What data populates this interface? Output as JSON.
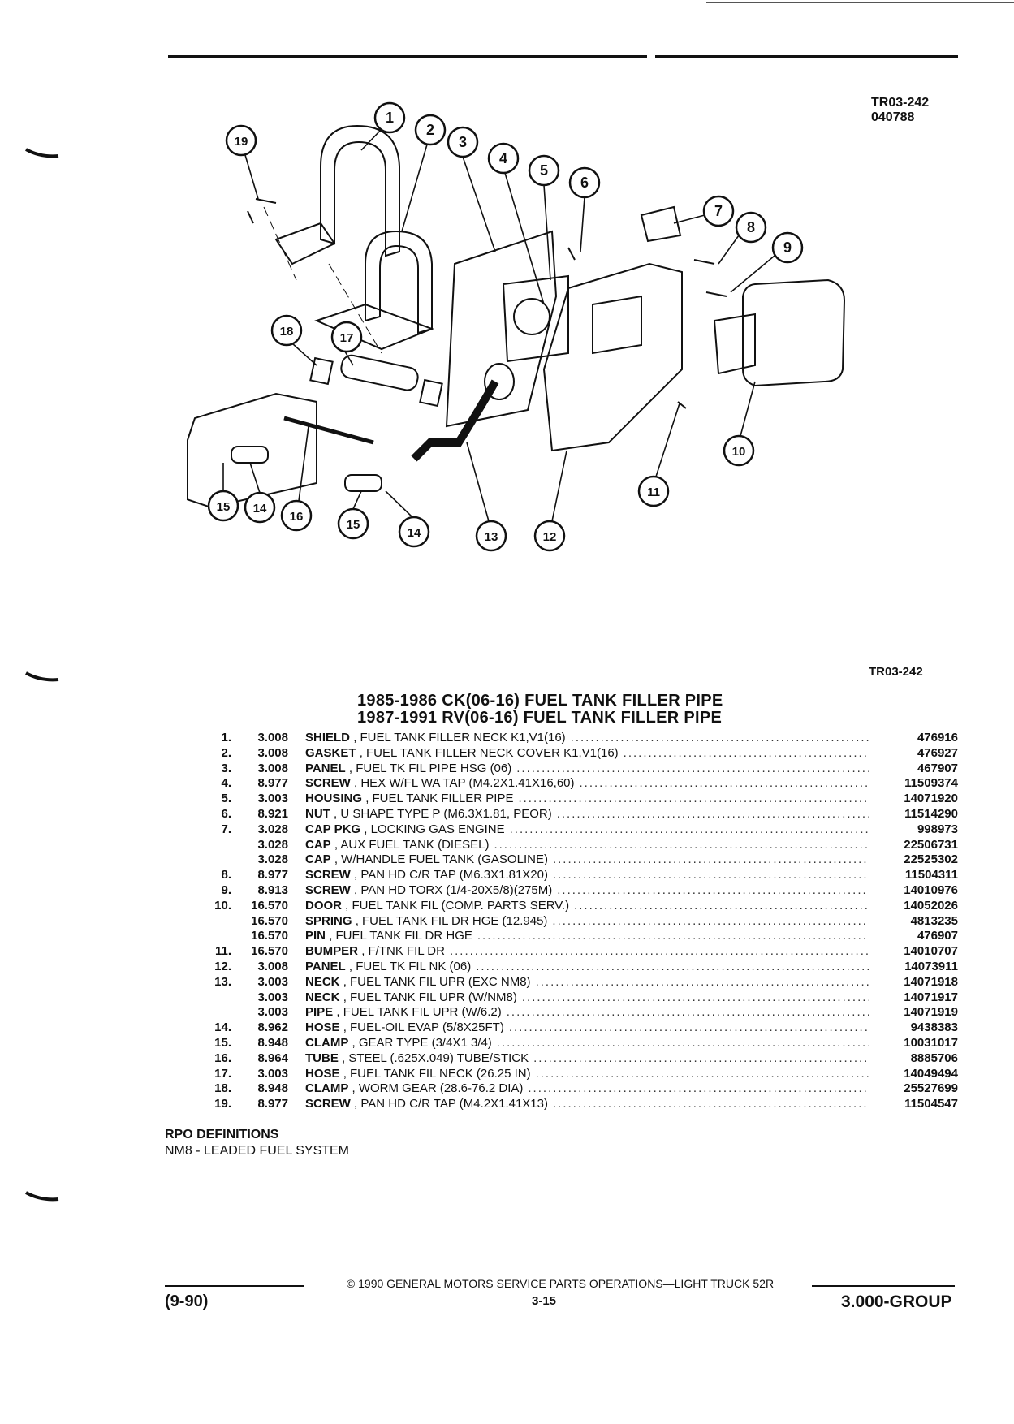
{
  "header": {
    "code": "TR03-242",
    "date": "040788"
  },
  "diagram": {
    "code": "TR03-242",
    "callouts": [
      "1",
      "2",
      "3",
      "4",
      "5",
      "6",
      "7",
      "8",
      "9",
      "10",
      "11",
      "12",
      "13",
      "14",
      "14",
      "15",
      "15",
      "16",
      "17",
      "18",
      "19"
    ]
  },
  "title": {
    "line1": "1985-1986 CK(06-16) FUEL TANK FILLER PIPE",
    "line2": "1987-1991 RV(06-16) FUEL TANK FILLER PIPE"
  },
  "parts": [
    {
      "index": "1.",
      "group": "3.008",
      "name": "SHIELD",
      "desc": ", FUEL TANK FILLER NECK K1,V1(16)",
      "part": "476916"
    },
    {
      "index": "2.",
      "group": "3.008",
      "name": "GASKET",
      "desc": ", FUEL TANK FILLER NECK COVER K1,V1(16)",
      "part": "476927"
    },
    {
      "index": "3.",
      "group": "3.008",
      "name": "PANEL",
      "desc": ", FUEL TK FIL PIPE HSG (06)",
      "part": "467907"
    },
    {
      "index": "4.",
      "group": "8.977",
      "name": "SCREW",
      "desc": ", HEX W/FL WA TAP (M4.2X1.41X16,60)",
      "part": "11509374"
    },
    {
      "index": "5.",
      "group": "3.003",
      "name": "HOUSING",
      "desc": ", FUEL TANK FILLER PIPE",
      "part": "14071920"
    },
    {
      "index": "6.",
      "group": "8.921",
      "name": "NUT",
      "desc": ", U SHAPE TYPE P (M6.3X1.81, PEOR)",
      "part": "11514290"
    },
    {
      "index": "7.",
      "group": "3.028",
      "name": "CAP PKG",
      "desc": ", LOCKING GAS ENGINE",
      "part": "998973"
    },
    {
      "index": "",
      "group": "3.028",
      "name": "CAP",
      "desc": ", AUX FUEL TANK (DIESEL)",
      "part": "22506731"
    },
    {
      "index": "",
      "group": "3.028",
      "name": "CAP",
      "desc": ", W/HANDLE FUEL TANK (GASOLINE)",
      "part": "22525302"
    },
    {
      "index": "8.",
      "group": "8.977",
      "name": "SCREW",
      "desc": ", PAN HD C/R TAP (M6.3X1.81X20)",
      "part": "11504311"
    },
    {
      "index": "9.",
      "group": "8.913",
      "name": "SCREW",
      "desc": ", PAN HD TORX (1/4-20X5/8)(275M)",
      "part": "14010976"
    },
    {
      "index": "10.",
      "group": "16.570",
      "name": "DOOR",
      "desc": ", FUEL TANK FIL (COMP. PARTS SERV.)",
      "part": "14052026"
    },
    {
      "index": "",
      "group": "16.570",
      "name": "SPRING",
      "desc": ", FUEL TANK FIL DR HGE (12.945)",
      "part": "4813235"
    },
    {
      "index": "",
      "group": "16.570",
      "name": "PIN",
      "desc": ", FUEL TANK FIL DR HGE",
      "part": "476907"
    },
    {
      "index": "11.",
      "group": "16.570",
      "name": "BUMPER",
      "desc": ", F/TNK FIL DR",
      "part": "14010707"
    },
    {
      "index": "12.",
      "group": "3.008",
      "name": "PANEL",
      "desc": ", FUEL TK FIL NK (06)",
      "part": "14073911"
    },
    {
      "index": "13.",
      "group": "3.003",
      "name": "NECK",
      "desc": ", FUEL TANK FIL UPR (EXC NM8)",
      "part": "14071918"
    },
    {
      "index": "",
      "group": "3.003",
      "name": "NECK",
      "desc": ", FUEL TANK FIL UPR (W/NM8)",
      "part": "14071917"
    },
    {
      "index": "",
      "group": "3.003",
      "name": "PIPE",
      "desc": ", FUEL TANK FIL UPR (W/6.2)",
      "part": "14071919"
    },
    {
      "index": "14.",
      "group": "8.962",
      "name": "HOSE",
      "desc": ", FUEL-OIL EVAP (5/8X25FT)",
      "part": "9438383"
    },
    {
      "index": "15.",
      "group": "8.948",
      "name": "CLAMP",
      "desc": ", GEAR TYPE (3/4X1 3/4)",
      "part": "10031017"
    },
    {
      "index": "16.",
      "group": "8.964",
      "name": "TUBE",
      "desc": ", STEEL (.625X.049) TUBE/STICK",
      "part": "8885706"
    },
    {
      "index": "17.",
      "group": "3.003",
      "name": "HOSE",
      "desc": ", FUEL TANK FIL NECK (26.25 IN)",
      "part": "14049494"
    },
    {
      "index": "18.",
      "group": "8.948",
      "name": "CLAMP",
      "desc": ", WORM GEAR (28.6-76.2 DIA)",
      "part": "25527699"
    },
    {
      "index": "19.",
      "group": "8.977",
      "name": "SCREW",
      "desc": ", PAN HD C/R TAP (M4.2X1.41X13)",
      "part": "11504547"
    }
  ],
  "rpo": {
    "heading": "RPO DEFINITIONS",
    "definition": "NM8 - LEADED FUEL SYSTEM"
  },
  "footer": {
    "date": "(9-90)",
    "copyright": "© 1990 GENERAL MOTORS SERVICE PARTS OPERATIONS—LIGHT TRUCK 52R",
    "page": "3-15",
    "group": "3.000-GROUP"
  }
}
